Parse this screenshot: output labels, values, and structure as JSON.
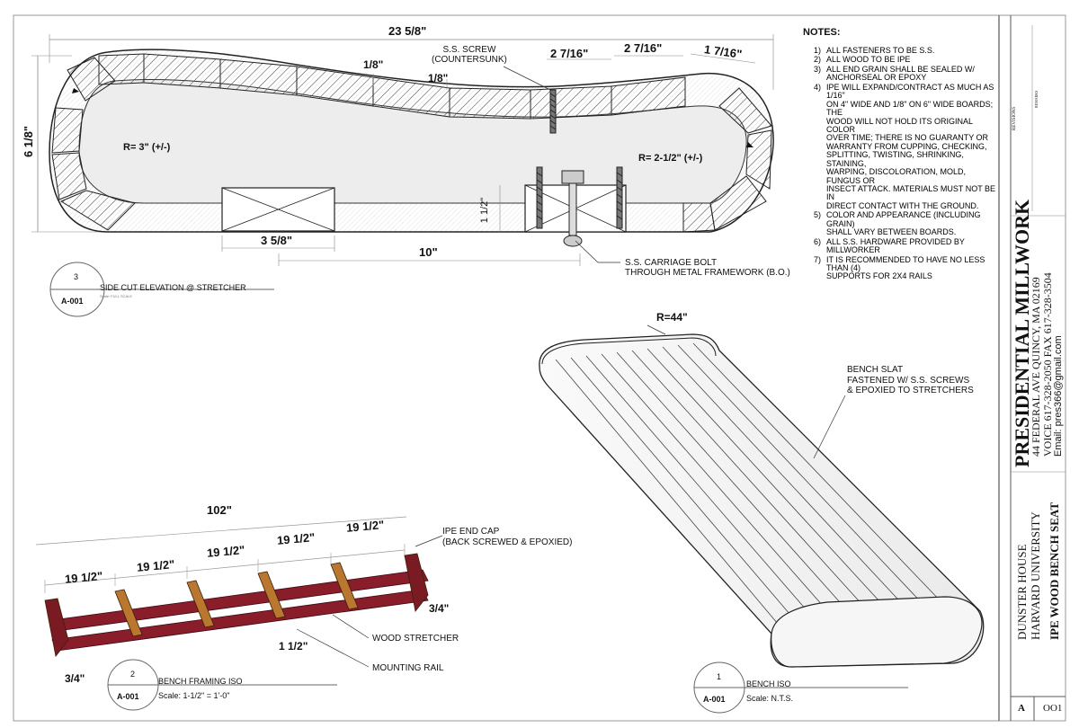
{
  "notes": {
    "title": "NOTES:",
    "items": [
      {
        "n": "1)",
        "lines": [
          "ALL FASTENERS TO BE S.S."
        ]
      },
      {
        "n": "2)",
        "lines": [
          "ALL WOOD TO BE IPE"
        ]
      },
      {
        "n": "3)",
        "lines": [
          "ALL END GRAIN SHALL BE SEALED W/",
          "ANCHORSEAL OR EPOXY"
        ]
      },
      {
        "n": "4)",
        "lines": [
          "IPE WILL EXPAND/CONTRACT AS MUCH AS 1/16\"",
          "ON 4\" WIDE AND 1/8\" ON 6\" WIDE BOARDS; THE",
          "WOOD WILL NOT HOLD ITS ORIGINAL COLOR",
          "OVER TIME; THERE IS NO  GUARANTY OR",
          "WARRANTY FROM CUPPING, CHECKING,",
          "SPLITTING, TWISTING, SHRINKING, STAINING,",
          "WARPING, DISCOLORATION, MOLD,  FUNGUS OR",
          "INSECT ATTACK.  MATERIALS MUST NOT BE IN",
          "DIRECT CONTACT WITH THE  GROUND."
        ]
      },
      {
        "n": "5)",
        "lines": [
          "COLOR AND APPEARANCE (INCLUDING GRAIN)",
          "SHALL VARY BETWEEN BOARDS."
        ]
      },
      {
        "n": "6)",
        "lines": [
          "ALL S.S. HARDWARE PROVIDED BY MILLWORKER"
        ]
      },
      {
        "n": "7)",
        "lines": [
          "IT IS RECOMMENDED TO HAVE NO LESS THAN (4)",
          "SUPPORTS FOR 2X4 RAILS"
        ]
      }
    ]
  },
  "section": {
    "dims": {
      "overall_width": "23 5/8\"",
      "height": "6 1/8\"",
      "gap_1": "1/8\"",
      "gap_2": "1/8\"",
      "slat_1": "2 7/16\"",
      "slat_2": "2 7/16\"",
      "slat_3": "1 7/16\"",
      "stretcher_width": "3 5/8\"",
      "offset": "10\"",
      "rail_height": "1 1/2\""
    },
    "labels": {
      "screw": "S.S. SCREW\n(COUNTERSUNK)",
      "radius_left": "R=  3\" (+/-)",
      "radius_right": "R= 2-1/2\" (+/-)",
      "bolt": "S.S. CARRIAGE BOLT\nTHROUGH METAL FRAMEWORK (B.O.)"
    },
    "callout": {
      "number": "3",
      "sheet": "A-001",
      "title": "SIDE CUT ELEVATION @ STRETCHER",
      "scale": "Scale: FULL SCALE"
    }
  },
  "framing": {
    "dims": {
      "overall": "102\"",
      "spacings": [
        "19 1/2\"",
        "19 1/2\"",
        "19 1/2\"",
        "19 1/2\"",
        "19 1/2\""
      ],
      "end_cap_thickness_right": "3/4\"",
      "end_cap_thickness_left": "3/4\"",
      "rail": "1 1/2\""
    },
    "labels": {
      "end_cap": "IPE END CAP\n(BACK SCREWED & EPOXIED)",
      "stretcher": "WOOD STRETCHER",
      "rail": "MOUNTING RAIL"
    },
    "callout": {
      "number": "2",
      "sheet": "A-001",
      "title": "BENCH FRAMING ISO",
      "scale": "Scale:  1-1/2\" = 1'-0\""
    },
    "colors": {
      "rail": "#8a1d2a",
      "stretcher": "#b9772f"
    }
  },
  "bench_iso": {
    "radius": "R=44\"",
    "slat_label": "BENCH SLAT\nFASTENED W/ S.S. SCREWS\n& EPOXIED TO STRETCHERS",
    "callout": {
      "number": "1",
      "sheet": "A-001",
      "title": "BENCH ISO",
      "scale": "Scale:  N.T.S."
    }
  },
  "title_block": {
    "company": "PRESIDENTIAL MILLWORK",
    "address": "44 FEDERAL AVE  QUINCY, MA 02169",
    "phone": "VOICE 617-328-2050  FAX 617-328-3504",
    "email": "Email: pres366@gmail.com",
    "project_1": "DUNSTER HOUSE",
    "project_2": "HARVARD UNIVERSITY",
    "drawing_title": "IPE WOOD BENCH SEAT",
    "sheet_letter": "A",
    "sheet_number": "OO1",
    "revisions_label": "REVISIONS",
    "revision_sub": "REMARKS"
  }
}
